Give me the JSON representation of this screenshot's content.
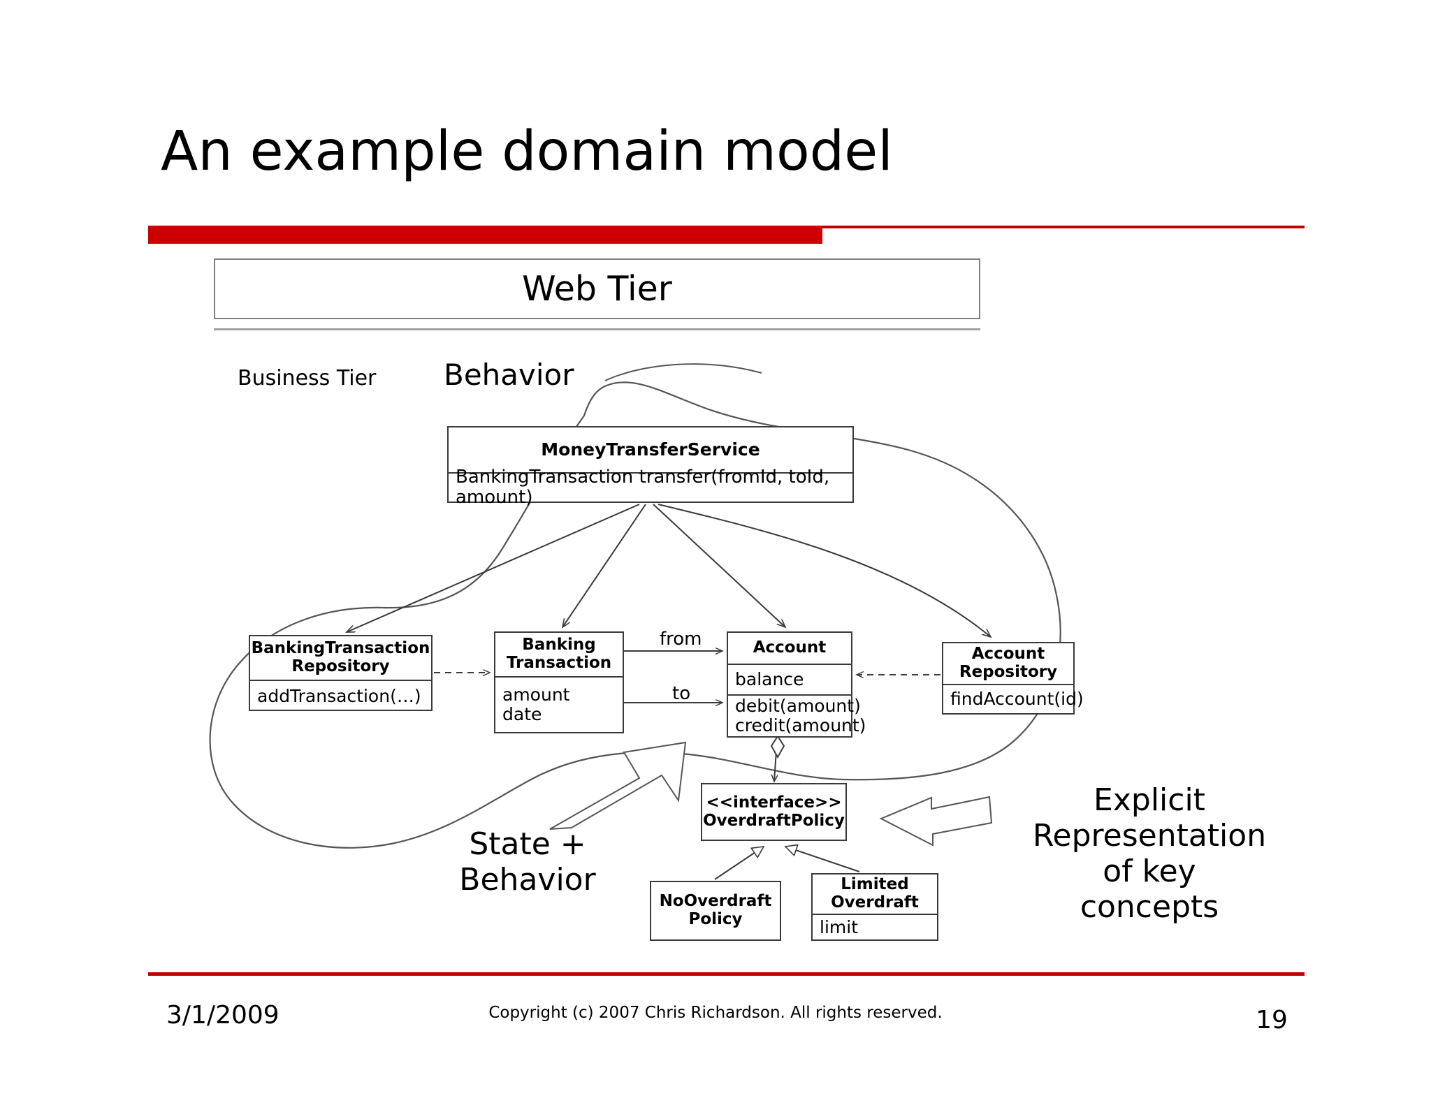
{
  "slide": {
    "title": "An example domain model",
    "accent_color": "#CC0000",
    "background_color": "#FFFFFF"
  },
  "tiers": {
    "web_tier_label": "Web Tier",
    "business_tier_label": "Business Tier"
  },
  "annotations": {
    "behavior": "Behavior",
    "state_plus_behavior_line1": "State +",
    "state_plus_behavior_line2": "Behavior",
    "explicit_line1": "Explicit",
    "explicit_line2": "Representation",
    "explicit_line3": "of key",
    "explicit_line4": "concepts"
  },
  "classes": {
    "money_transfer_service": {
      "name": "MoneyTransferService",
      "operations": [
        "BankingTransaction transfer(fromId, toId, amount)"
      ]
    },
    "banking_transaction_repository": {
      "name_line1": "BankingTransaction",
      "name_line2": "Repository",
      "operations": [
        "addTransaction(…)"
      ]
    },
    "banking_transaction": {
      "name_line1": "Banking",
      "name_line2": "Transaction",
      "attributes": [
        "amount",
        "date"
      ]
    },
    "account": {
      "name": "Account",
      "attributes": [
        "balance"
      ],
      "operations": [
        "debit(amount)",
        "credit(amount)"
      ]
    },
    "account_repository": {
      "name_line1": "Account",
      "name_line2": "Repository",
      "operations": [
        "findAccount(id)"
      ]
    },
    "overdraft_policy": {
      "stereotype": "<<interface>>",
      "name": "OverdraftPolicy"
    },
    "no_overdraft_policy": {
      "name_line1": "NoOverdraft",
      "name_line2": "Policy"
    },
    "limited_overdraft": {
      "name_line1": "Limited",
      "name_line2": "Overdraft",
      "attributes": [
        "limit"
      ]
    }
  },
  "edge_labels": {
    "from": "from",
    "to": "to"
  },
  "footer": {
    "date": "3/1/2009",
    "copyright": "Copyright (c)  2007 Chris Richardson. All rights reserved.",
    "page_number": "19"
  }
}
